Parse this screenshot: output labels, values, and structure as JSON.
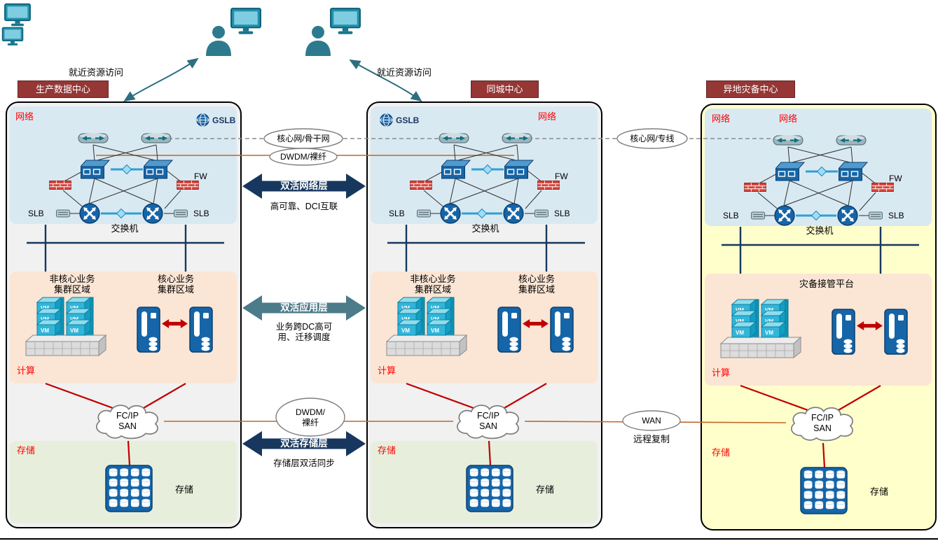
{
  "clients": {
    "access_label_1": "就近资源访问",
    "access_label_2": "就近资源访问"
  },
  "icons": {
    "vm": "VM"
  },
  "dc1": {
    "title": "生产数据中心",
    "network_label": "网络",
    "gslb": "GSLB",
    "fw": "FW",
    "slb_left": "SLB",
    "slb_right": "SLB",
    "switch_label": "交换机",
    "cluster_noncore_line1": "非核心业务",
    "cluster_noncore_line2": "集群区域",
    "cluster_core_line1": "核心业务",
    "cluster_core_line2": "集群区域",
    "compute_label": "计算",
    "san_line1": "FC/IP",
    "san_line2": "SAN",
    "storage_label": "存储",
    "storage_device": "存储"
  },
  "dc2": {
    "title": "同城中心",
    "network_label": "网络",
    "gslb": "GSLB",
    "fw": "FW",
    "slb_left": "SLB",
    "slb_right": "SLB",
    "switch_label": "交换机",
    "cluster_noncore_line1": "非核心业务",
    "cluster_noncore_line2": "集群区域",
    "cluster_core_line1": "核心业务",
    "cluster_core_line2": "集群区域",
    "compute_label": "计算",
    "san_line1": "FC/IP",
    "san_line2": "SAN",
    "storage_label": "存储",
    "storage_device": "存储"
  },
  "dc3": {
    "title": "异地灾备中心",
    "network_label_left": "网络",
    "network_label_right": "网络",
    "fw": "FW",
    "slb_left": "SLB",
    "slb_right": "SLB",
    "switch_label": "交换机",
    "platform_label": "灾备接管平台",
    "compute_label": "计算",
    "san_line1": "FC/IP",
    "san_line2": "SAN",
    "storage_label": "存储",
    "storage_device": "存储"
  },
  "interconnects": {
    "core_backbone": "核心网/骨干网",
    "dwdm_fiber_top": "DWDM/裸纤",
    "core_private": "核心网/专线",
    "dwdm_storage_line1": "DWDM/",
    "dwdm_storage_line2": "裸纤",
    "wan": "WAN",
    "wan_note": "远程复制",
    "network_arrow": "双活网络层",
    "network_arrow_note": "高可靠、DCI互联",
    "app_arrow": "双活应用层",
    "app_arrow_note_line1": "业务跨DC高可",
    "app_arrow_note_line2": "用、迁移调度",
    "storage_arrow": "双活存储层",
    "storage_arrow_note": "存储层双活同步"
  },
  "colors": {
    "title_bar": "#953735",
    "device_blue": "#1565a8",
    "vm_cyan": "#31b6da",
    "arrow_navy": "#17375e",
    "arrow_teal": "#4c7b8a",
    "line_red": "#c00000",
    "link_orange": "#c0662b",
    "network_section": "#d9e9f2",
    "compute_section": "#fbe5d4",
    "storage_section": "#e7efdc",
    "dc_bg": "#f1f1f1",
    "dc3_bg": "#ffffcb"
  }
}
